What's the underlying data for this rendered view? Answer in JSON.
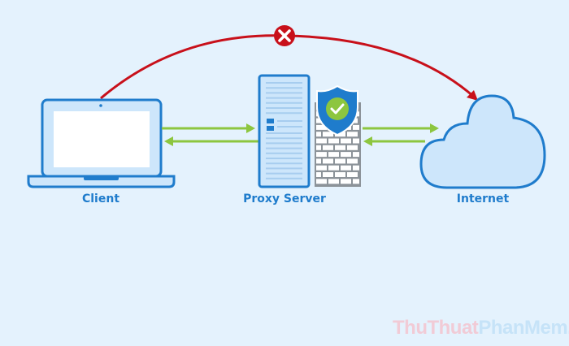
{
  "nodes": {
    "client": {
      "label": "Client"
    },
    "proxy": {
      "label": "Proxy Server"
    },
    "internet": {
      "label": "Internet"
    }
  },
  "connections": [
    {
      "from": "client",
      "to": "internet",
      "status": "blocked",
      "color": "#c8101a"
    },
    {
      "from": "client",
      "to": "proxy",
      "direction": "bidirectional",
      "color": "#8dc63f"
    },
    {
      "from": "proxy",
      "to": "internet",
      "direction": "bidirectional",
      "color": "#8dc63f"
    }
  ],
  "icons": {
    "blocked": "x-circle-icon",
    "firewall": "brick-wall-icon",
    "shield": "shield-check-icon"
  },
  "colors": {
    "primary": "#1f7ccc",
    "fill": "#cde6fb",
    "allowed": "#8dc63f",
    "blocked": "#c8101a",
    "wall": "#8c9399"
  },
  "watermark": {
    "part1": "ThuThuat",
    "part2": "PhanMem.vn"
  }
}
